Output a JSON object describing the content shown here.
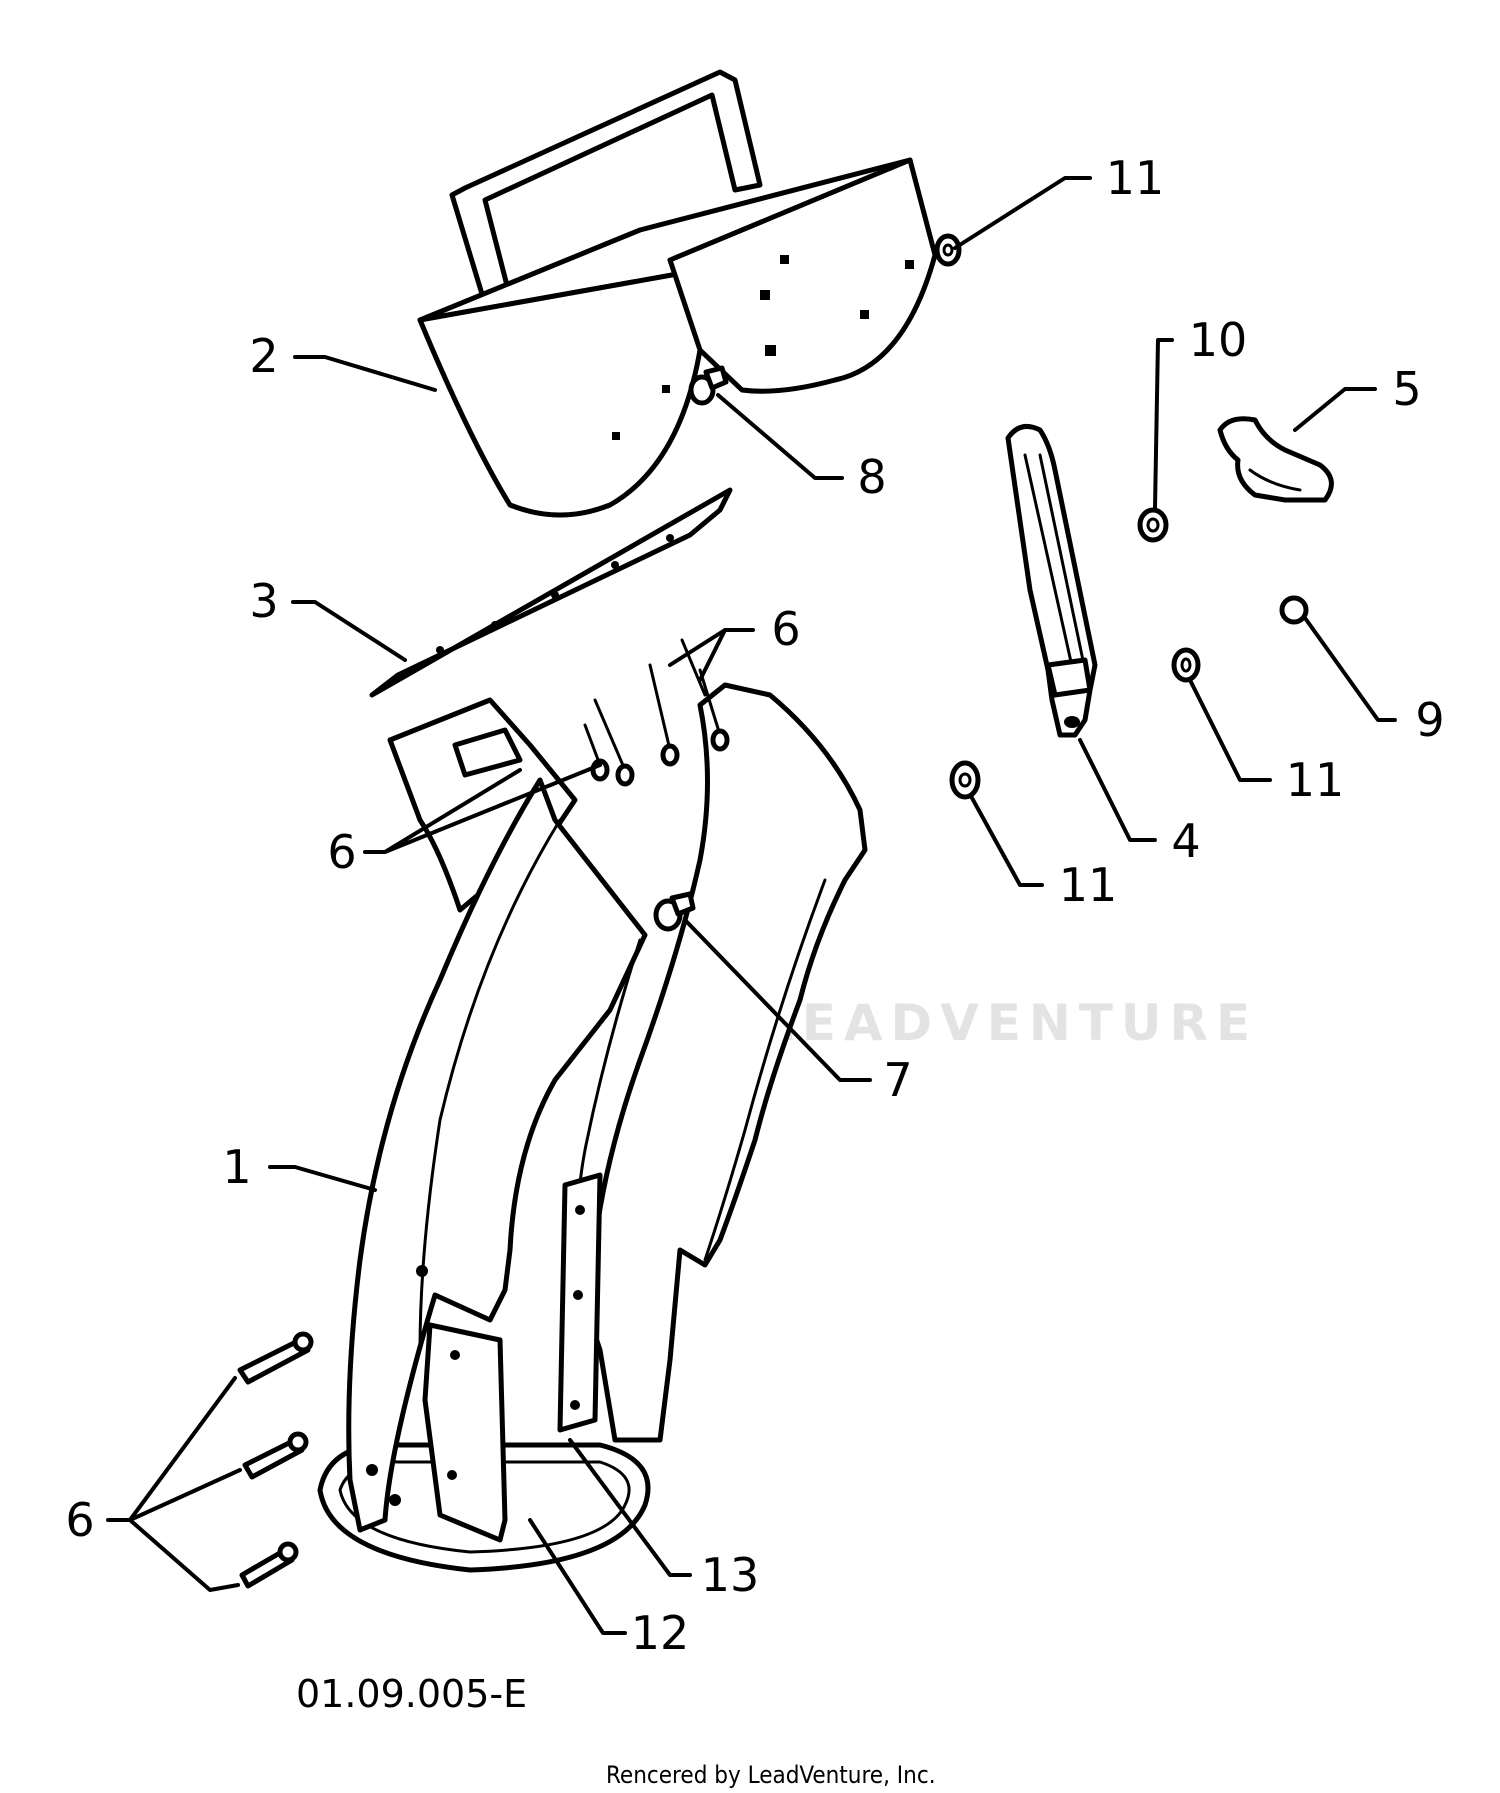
{
  "diagram": {
    "callouts": [
      {
        "id": "c1",
        "text": "1"
      },
      {
        "id": "c2",
        "text": "2"
      },
      {
        "id": "c3",
        "text": "3"
      },
      {
        "id": "c4",
        "text": "4"
      },
      {
        "id": "c5",
        "text": "5"
      },
      {
        "id": "c6a",
        "text": "6"
      },
      {
        "id": "c6b",
        "text": "6"
      },
      {
        "id": "c6c",
        "text": "6"
      },
      {
        "id": "c7",
        "text": "7"
      },
      {
        "id": "c8",
        "text": "8"
      },
      {
        "id": "c9",
        "text": "9"
      },
      {
        "id": "c10",
        "text": "10"
      },
      {
        "id": "c11a",
        "text": "11"
      },
      {
        "id": "c11b",
        "text": "11"
      },
      {
        "id": "c11c",
        "text": "11"
      },
      {
        "id": "c12",
        "text": "12"
      },
      {
        "id": "c13",
        "text": "13"
      }
    ],
    "figure_code": "01.09.005-E",
    "watermark": "LEADVENTURE",
    "credit": "Rencered by LeadVenture, Inc."
  }
}
